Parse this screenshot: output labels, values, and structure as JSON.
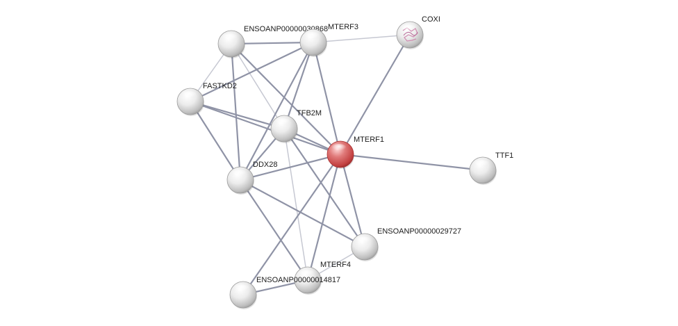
{
  "colors": {
    "edge": "#8f93a6",
    "edge_light": "#c6c8d2",
    "node_default": "#dcdcdc",
    "node_query": "#d45a5a",
    "label": "#1a1a1a"
  },
  "network": {
    "nodes": [
      {
        "id": "ENSOANP00000030868",
        "label": "ENSOANP00000030868",
        "query": false
      },
      {
        "id": "MTERF3",
        "label": "MTERF3",
        "query": false
      },
      {
        "id": "COXI",
        "label": "COXI",
        "query": false,
        "structure_icon": "protein-structure-icon"
      },
      {
        "id": "FASTKD2",
        "label": "FASTKD2",
        "query": false
      },
      {
        "id": "TFB2M",
        "label": "TFB2M",
        "query": false
      },
      {
        "id": "MTERF1",
        "label": "MTERF1",
        "query": true
      },
      {
        "id": "TTF1",
        "label": "TTF1",
        "query": false
      },
      {
        "id": "DDX28",
        "label": "DDX28",
        "query": false
      },
      {
        "id": "ENSOANP00000029727",
        "label": "ENSOANP00000029727",
        "query": false
      },
      {
        "id": "MTERF4",
        "label": "MTERF4",
        "query": false
      },
      {
        "id": "ENSOANP00000014817",
        "label": "ENSOANP00000014817",
        "query": false
      },
      {
        "id": "ENSOANP_bottom",
        "label": "ENSOANP",
        "query": false
      }
    ],
    "edges": [
      {
        "source": "ENSOANP00000030868",
        "target": "MTERF3",
        "weight": "strong"
      },
      {
        "source": "ENSOANP00000030868",
        "target": "FASTKD2",
        "weight": "light"
      },
      {
        "source": "ENSOANP00000030868",
        "target": "DDX28",
        "weight": "strong"
      },
      {
        "source": "ENSOANP00000030868",
        "target": "TFB2M",
        "weight": "light"
      },
      {
        "source": "ENSOANP00000030868",
        "target": "MTERF1",
        "weight": "strong"
      },
      {
        "source": "MTERF3",
        "target": "COXI",
        "weight": "light"
      },
      {
        "source": "MTERF3",
        "target": "FASTKD2",
        "weight": "strong"
      },
      {
        "source": "MTERF3",
        "target": "TFB2M",
        "weight": "strong"
      },
      {
        "source": "MTERF3",
        "target": "DDX28",
        "weight": "strong"
      },
      {
        "source": "MTERF3",
        "target": "MTERF1",
        "weight": "strong"
      },
      {
        "source": "COXI",
        "target": "MTERF1",
        "weight": "strong"
      },
      {
        "source": "FASTKD2",
        "target": "TFB2M",
        "weight": "strong"
      },
      {
        "source": "FASTKD2",
        "target": "MTERF1",
        "weight": "strong"
      },
      {
        "source": "FASTKD2",
        "target": "DDX28",
        "weight": "strong"
      },
      {
        "source": "TFB2M",
        "target": "MTERF1",
        "weight": "strong"
      },
      {
        "source": "TFB2M",
        "target": "DDX28",
        "weight": "strong"
      },
      {
        "source": "TFB2M",
        "target": "ENSOANP00000029727",
        "weight": "strong"
      },
      {
        "source": "TFB2M",
        "target": "MTERF4",
        "weight": "light"
      },
      {
        "source": "MTERF1",
        "target": "TTF1",
        "weight": "strong"
      },
      {
        "source": "MTERF1",
        "target": "DDX28",
        "weight": "strong"
      },
      {
        "source": "MTERF1",
        "target": "ENSOANP00000029727",
        "weight": "strong"
      },
      {
        "source": "MTERF1",
        "target": "MTERF4",
        "weight": "strong"
      },
      {
        "source": "MTERF1",
        "target": "ENSOANP_bottom",
        "weight": "strong"
      },
      {
        "source": "DDX28",
        "target": "ENSOANP00000029727",
        "weight": "strong"
      },
      {
        "source": "DDX28",
        "target": "MTERF4",
        "weight": "strong"
      },
      {
        "source": "MTERF4",
        "target": "ENSOANP00000029727",
        "weight": "light"
      },
      {
        "source": "MTERF4",
        "target": "ENSOANP_bottom",
        "weight": "strong"
      }
    ]
  }
}
